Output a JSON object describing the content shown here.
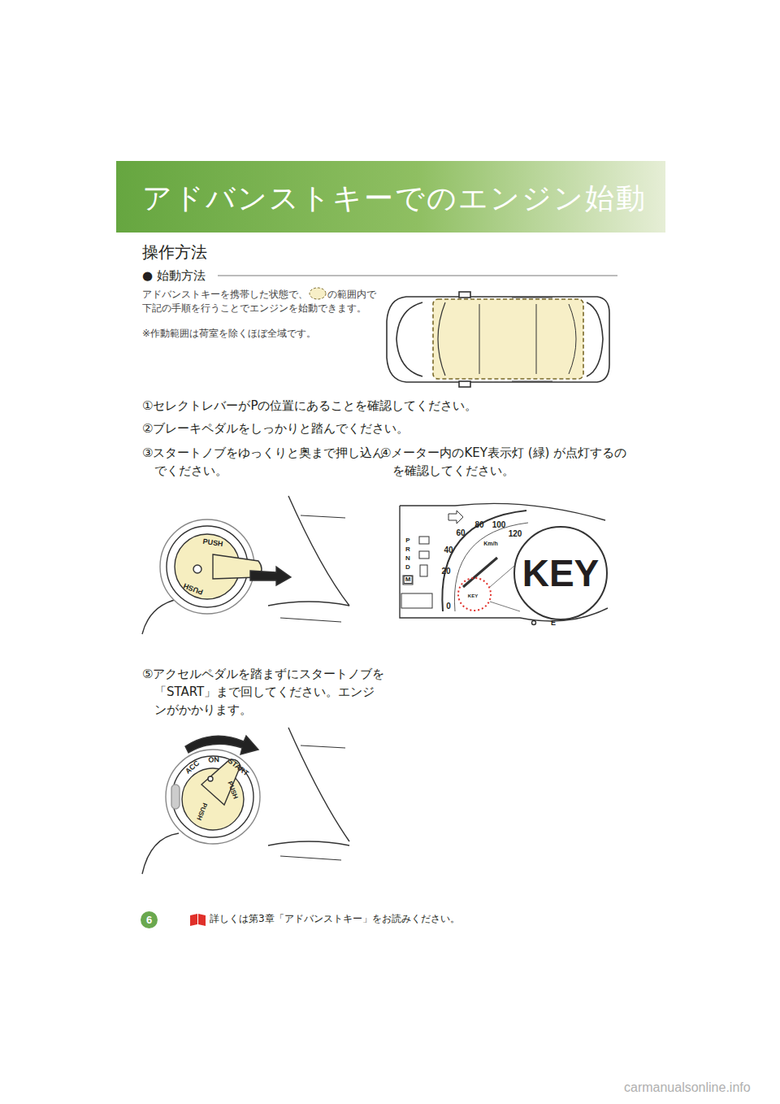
{
  "diagram": {
    "title": "アドバンストキーでのエンジン始動",
    "nodes": [
      {
        "text": [
          "KEY"
        ]
      },
      {
        "text": [
          "6"
        ]
      }
    ],
    "labels": [
      "操作方法",
      "● 始動方法",
      "アドバンストキーを携帯した状態で、",
      "の範囲内で下記の手順を行うことでエンジンを始動できます。",
      "※作動範囲は荷室を除くほぼ全域です。",
      "①セレクトレバーがPの位置にあることを確認してください。",
      "②ブレーキペダルをしっかりと踏んでください。",
      "③スタートノブをゆっくりと奥まで押し込んでください。",
      "④メーター内のKEY表示灯 (緑) が点灯するのを確認してください。",
      "PUSH",
      "PUSH",
      "P",
      "R",
      "N",
      "D",
      "M",
      "0",
      "20",
      "40",
      "60",
      "80",
      "100",
      "120",
      "Km/h",
      "KEY",
      "E",
      "⑤アクセルペダルを踏まずにスタートノブを「START」まで回してください。エンジンがかかります。",
      "ACC",
      "ON",
      "START",
      "PUSH",
      "PUSH",
      "詳しくは第3章「アドバンストキー」をお読みください。",
      "carmanualsonline.info"
    ]
  }
}
